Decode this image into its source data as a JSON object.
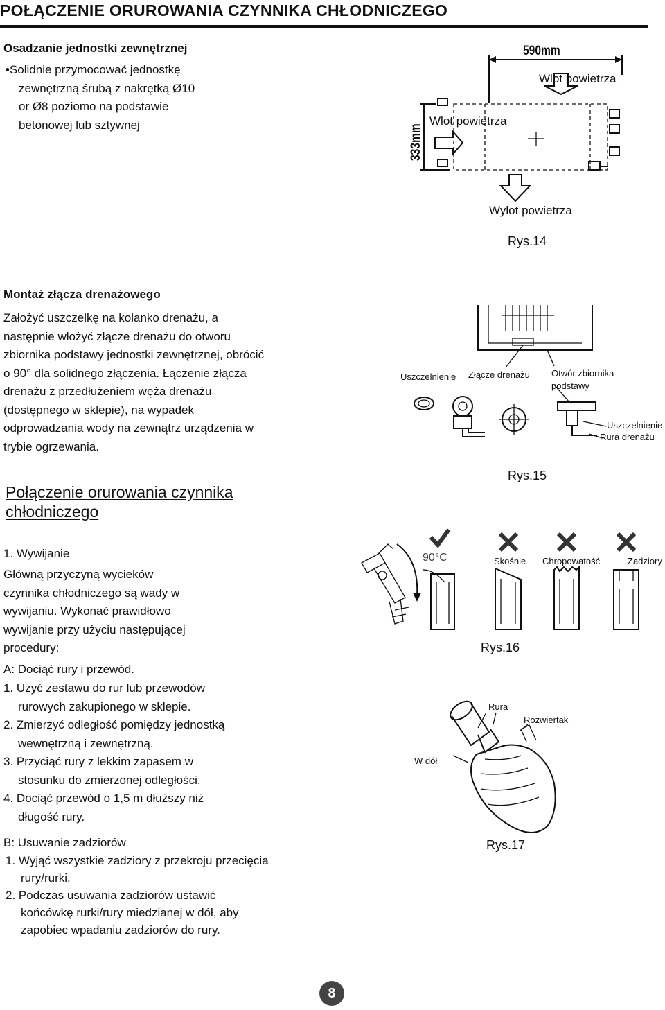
{
  "header": {
    "title": "POŁĄCZENIE ORUROWANIA CZYNNIKA CHŁODNICZEGO"
  },
  "section_outdoor": {
    "heading": "Osadzanie jednostki zewnętrznej",
    "lines": [
      "•Solidnie przymocować jednostkę",
      "zewnętrzną śrubą z nakrętką Ø10",
      "or Ø8 poziomo na podstawie",
      "betonowej lub sztywnej"
    ]
  },
  "fig14": {
    "width_label": "590mm",
    "height_label": "333mm",
    "inlet_right": "Wlot powietrza",
    "inlet_left": "Wlot powietrza",
    "outlet": "Wylot powietrza",
    "caption": "Rys.14"
  },
  "section_drain": {
    "heading": "Montaż złącza drenażowego",
    "lines": [
      "Założyć uszczelkę na kolanko drenażu, a",
      "następnie włożyć złącze drenażu do otworu",
      "zbiornika podstawy jednostki zewnętrznej, obrócić",
      "o 90° dla solidnego złączenia. Łączenie złącza",
      "drenażu z przedłużeniem węża drenażu",
      "(dostępnego w sklepie), na wypadek",
      "odprowadzania wody na zewnątrz urządzenia w",
      "trybie ogrzewania."
    ]
  },
  "fig15": {
    "seal": "Uszczelnienie",
    "connector": "Złącze drenażu",
    "hole_l1": "Otwór zbiornika",
    "hole_l2": "podstawy",
    "seal2": "Uszczelnienie",
    "pipe": "Rura drenażu",
    "caption": "Rys.15"
  },
  "section_piping": {
    "title_l1": "Połączenie orurowania czynnika",
    "title_l2": "chłodniczego"
  },
  "flaring": {
    "heading": "1. Wywijanie",
    "lines": [
      "Główną przyczyną wycieków",
      "czynnika chłodniczego są wady w",
      "wywijaniu. Wykonać prawidłowo",
      "wywijanie przy użyciu następującej",
      "procedury:"
    ],
    "a_heading": "A: Dociąć rury i przewód.",
    "a_items": [
      {
        "num": "1.",
        "l1": "Użyć zestawu do rur lub przewodów",
        "l2": "rurowych zakupionego w sklepie."
      },
      {
        "num": "2.",
        "l1": "Zmierzyć odległość pomiędzy jednostką",
        "l2": "wewnętrzną i zewnętrzną."
      },
      {
        "num": "3.",
        "l1": "Przyciąć rury z lekkim zapasem w",
        "l2": "stosunku do zmierzonej odległości."
      },
      {
        "num": "4.",
        "l1": "Dociąć przewód o 1,5 m dłuższy niż",
        "l2": "długość rury."
      }
    ],
    "b_heading": "B: Usuwanie zadziorów",
    "b_items": [
      {
        "num": "1.",
        "l1": "Wyjąć wszystkie zadziory z przekroju przecięcia",
        "l2": "rury/rurki."
      },
      {
        "num": "2.",
        "l1": "Podczas usuwania zadziorów ustawić",
        "l2": "końcówkę rurki/rury miedzianej w dół, aby",
        "l3": "zapobiec wpadaniu zadziorów do rury."
      }
    ]
  },
  "fig16": {
    "angle": "90°C",
    "bad1": "Skośnie",
    "bad2": "Chropowatość",
    "bad3": "Zadziory",
    "caption": "Rys.16"
  },
  "fig17": {
    "pipe": "Rura",
    "reamer": "Rozwiertak",
    "down": "W dół",
    "caption": "Rys.17"
  },
  "footer": {
    "page": "8"
  }
}
